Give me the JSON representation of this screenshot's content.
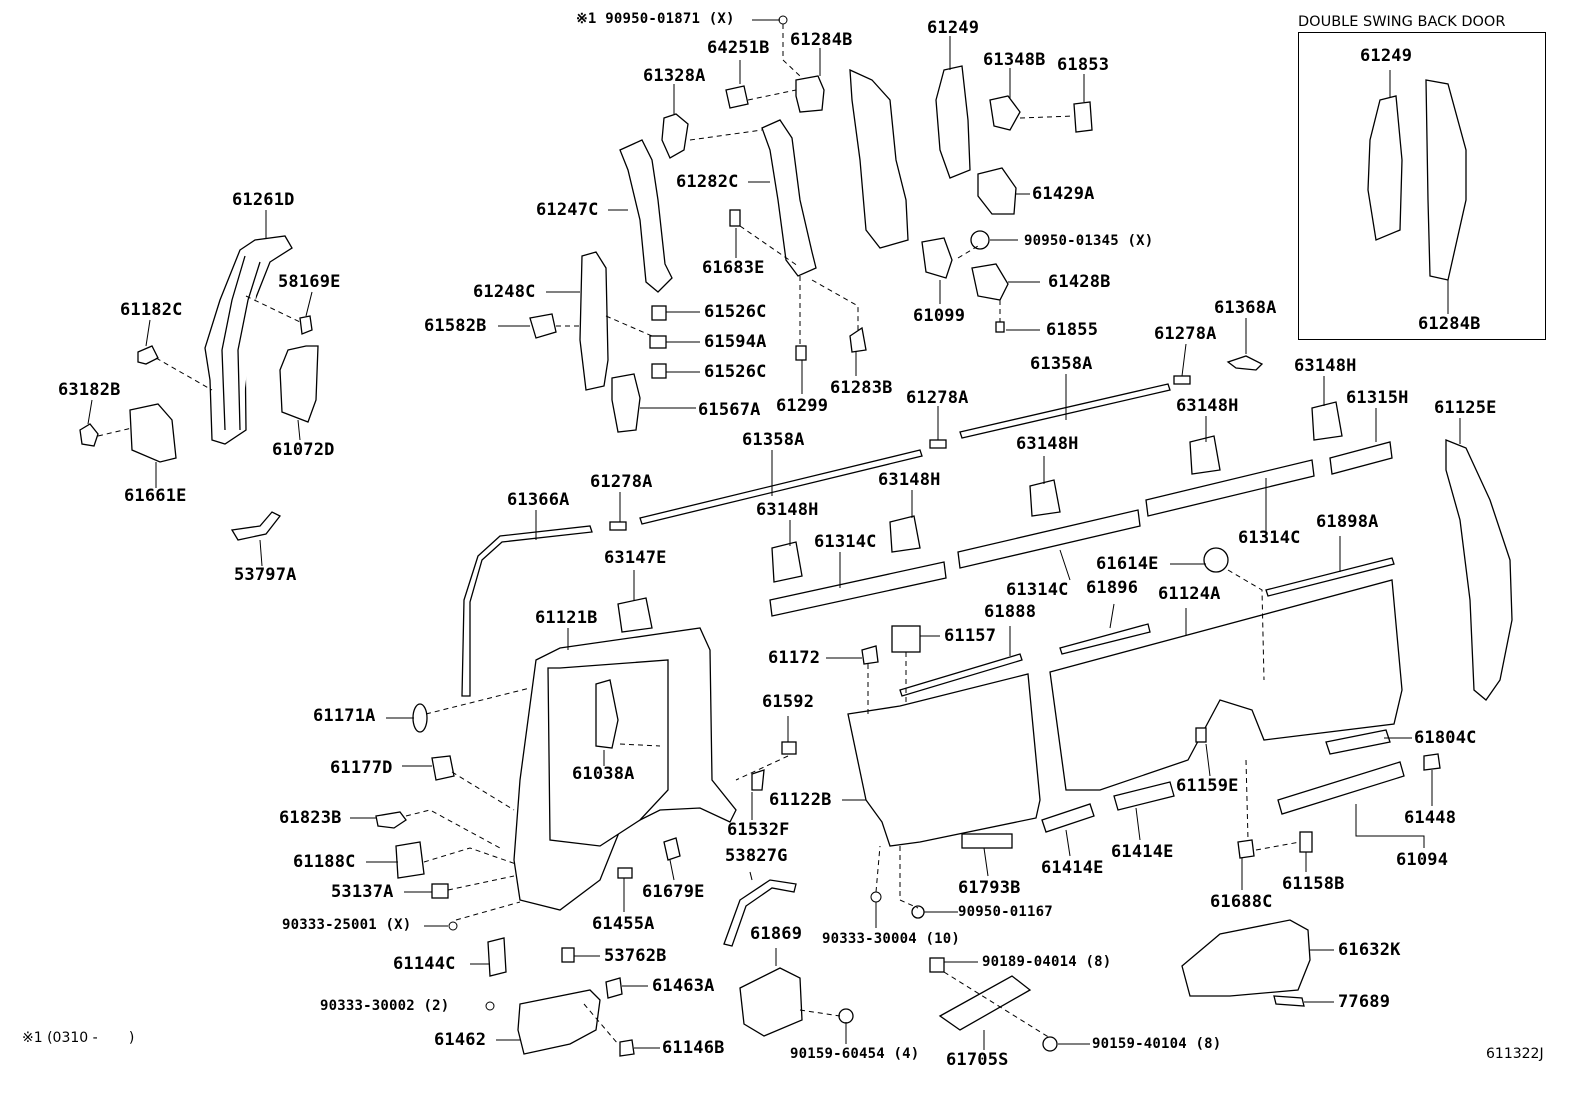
{
  "inset": {
    "title": "DOUBLE SWING BACK DOOR"
  },
  "footnote": "※1 (0310 -       )",
  "diagram_code": "611322J",
  "labels": {
    "p_90950_01871": "※1 90950-01871 (X)",
    "p_64251B": "64251B",
    "p_61284B_top": "61284B",
    "p_61249_top": "61249",
    "p_61348B": "61348B",
    "p_61853": "61853",
    "p_61328A": "61328A",
    "p_61261D": "61261D",
    "p_58169E": "58169E",
    "p_61182C": "61182C",
    "p_63182B": "63182B",
    "p_61661E": "61661E",
    "p_61072D": "61072D",
    "p_53797A": "53797A",
    "p_61247C": "61247C",
    "p_61282C": "61282C",
    "p_61683E": "61683E",
    "p_61429A": "61429A",
    "p_90950_01345": "90950-01345 (X)",
    "p_61099": "61099",
    "p_61428B": "61428B",
    "p_61855": "61855",
    "p_61248C": "61248C",
    "p_61582B": "61582B",
    "p_61526C_1": "61526C",
    "p_61594A": "61594A",
    "p_61526C_2": "61526C",
    "p_61567A": "61567A",
    "p_61299": "61299",
    "p_61283B": "61283B",
    "p_61278A_1": "61278A",
    "p_61358A_1": "61358A",
    "p_61278A_2": "61278A",
    "p_61358A_2": "61358A",
    "p_61368A": "61368A",
    "p_63148H_1": "63148H",
    "p_61315H": "61315H",
    "p_61125E": "61125E",
    "p_63148H_2": "63148H",
    "p_63148H_3": "63148H",
    "p_63148H_4": "63148H",
    "p_63148H_5": "63148H",
    "p_61278A_3": "61278A",
    "p_61366A": "61366A",
    "p_61314C_1": "61314C",
    "p_61314C_2": "61314C",
    "p_61314C_3": "61314C",
    "p_61898A": "61898A",
    "p_63147E": "63147E",
    "p_61614E": "61614E",
    "p_61896": "61896",
    "p_61124A": "61124A",
    "p_61888": "61888",
    "p_61121B": "61121B",
    "p_61172": "61172",
    "p_61157": "61157",
    "p_61592": "61592",
    "p_61171A": "61171A",
    "p_61038A": "61038A",
    "p_61177D": "61177D",
    "p_61804C": "61804C",
    "p_61159E": "61159E",
    "p_61823B": "61823B",
    "p_61122B": "61122B",
    "p_61532F": "61532F",
    "p_61448": "61448",
    "p_53827G": "53827G",
    "p_61188C": "61188C",
    "p_61414E_1": "61414E",
    "p_61414E_2": "61414E",
    "p_61094": "61094",
    "p_53137A": "53137A",
    "p_61679E": "61679E",
    "p_61793B": "61793B",
    "p_61688C": "61688C",
    "p_61158B": "61158B",
    "p_90333_25001": "90333-25001 (X)",
    "p_61455A": "61455A",
    "p_90950_01167": "90950-01167",
    "p_61869": "61869",
    "p_90333_30004": "90333-30004 (10)",
    "p_61144C": "61144C",
    "p_53762B": "53762B",
    "p_61632K": "61632K",
    "p_90189_04014": "90189-04014 (8)",
    "p_61463A": "61463A",
    "p_90333_30002": "90333-30002 (2)",
    "p_77689": "77689",
    "p_61462": "61462",
    "p_61146B": "61146B",
    "p_90159_60454": "90159-60454 (4)",
    "p_61705S": "61705S",
    "p_90159_40104": "90159-40104 (8)",
    "p_61249_inset": "61249",
    "p_61284B_inset": "61284B"
  }
}
